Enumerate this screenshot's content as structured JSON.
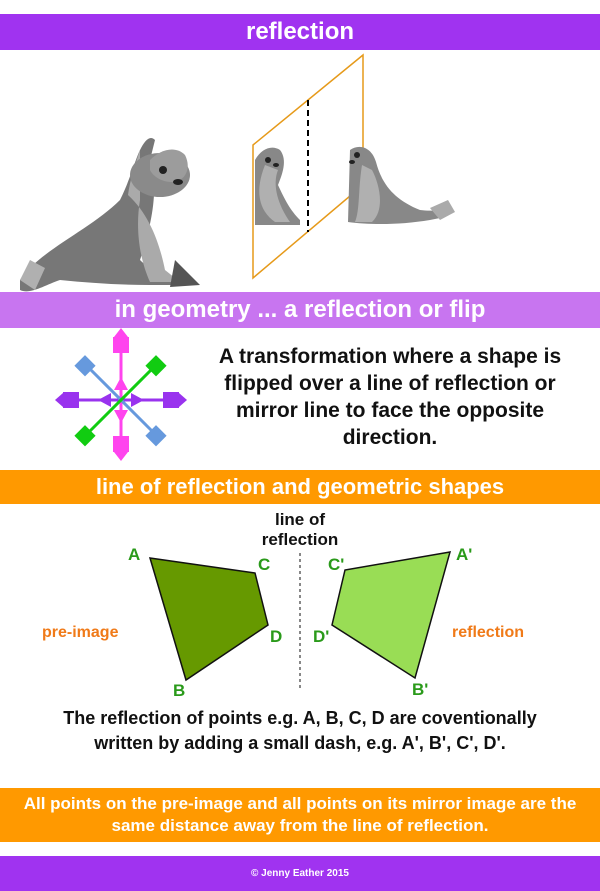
{
  "title": "reflection",
  "subtitle_band": "in geometry ... a reflection or flip",
  "definition": "A transformation where a shape is flipped over a line of reflection or mirror line to face the opposite direction.",
  "shapes_band": "line of reflection and geometric shapes",
  "axis_label_line1": "line of",
  "axis_label_line2": "reflection",
  "left_label": "pre-image",
  "right_label": "reflection",
  "points": {
    "A": "A",
    "B": "B",
    "C": "C",
    "D": "D",
    "A2": "A'",
    "B2": "B'",
    "C2": "C'",
    "D2": "D'"
  },
  "explanation": "The reflection of points e.g. A, B, C, D are coventionally written by adding a small dash, e.g. A', B', C', D'.",
  "note": "All points on the pre-image and all points on its mirror image are the same distance away from  the line of reflection.",
  "footer": "© Jenny Eather 2015",
  "colors": {
    "purple": "#a033f0",
    "light_purple": "#c875f0",
    "orange": "#ff9900",
    "dark_green": "#669900",
    "light_green": "#99dd55",
    "magenta": "#ff44ee",
    "violet": "#9933ee",
    "green": "#11cc11",
    "blue": "#6699dd"
  }
}
